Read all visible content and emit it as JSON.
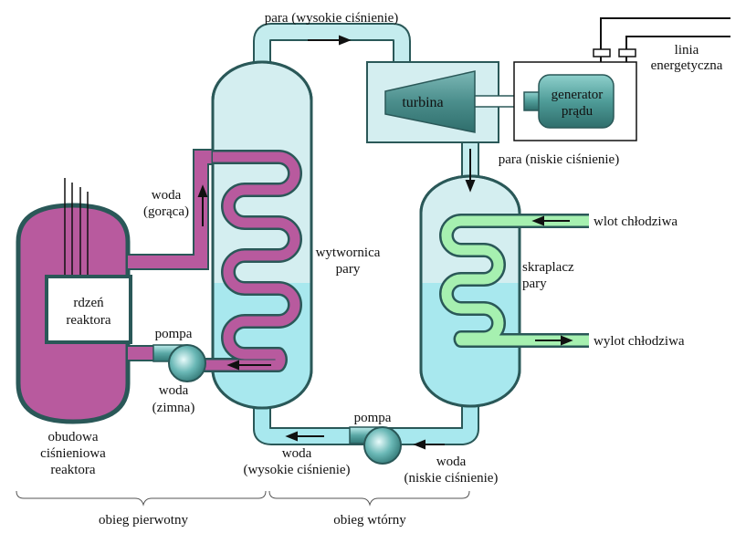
{
  "labels": {
    "steam_high": "para (wysokie ciśnienie)",
    "steam_low": "para (niskie ciśnienie)",
    "turbine": "turbina",
    "generator_line1": "generator",
    "generator_line2": "prądu",
    "power_line_1": "linia",
    "power_line_2": "energetyczna",
    "hot_water_1": "woda",
    "hot_water_2": "(gorąca)",
    "steam_gen_1": "wytwornica",
    "steam_gen_2": "pary",
    "condenser_1": "skraplacz",
    "condenser_2": "pary",
    "coolant_in": "wlot chłodziwa",
    "coolant_out": "wylot chłodziwa",
    "core_1": "rdzeń",
    "core_2": "reaktora",
    "pump_primary": "pompa",
    "cold_water_1": "woda",
    "cold_water_2": "(zimna)",
    "pump_secondary": "pompa",
    "water_hp_1": "woda",
    "water_hp_2": "(wysokie ciśnienie)",
    "water_lp_1": "woda",
    "water_lp_2": "(niskie ciśnienie)",
    "vessel_1": "obudowa",
    "vessel_2": "ciśnieniowa",
    "vessel_3": "reaktora",
    "primary_loop": "obieg pierwotny",
    "secondary_loop": "obieg wtórny"
  },
  "colors": {
    "reactor": "#b85a9e",
    "reactor_outline": "#2a5858",
    "pipe_primary": "#b85a9e",
    "vessel_light": "#d4eef0",
    "water": "#a8e8ee",
    "coil_green": "#a6f0b0",
    "turbine_fill": "#5a9a9a",
    "pump": "#4a9a98"
  }
}
